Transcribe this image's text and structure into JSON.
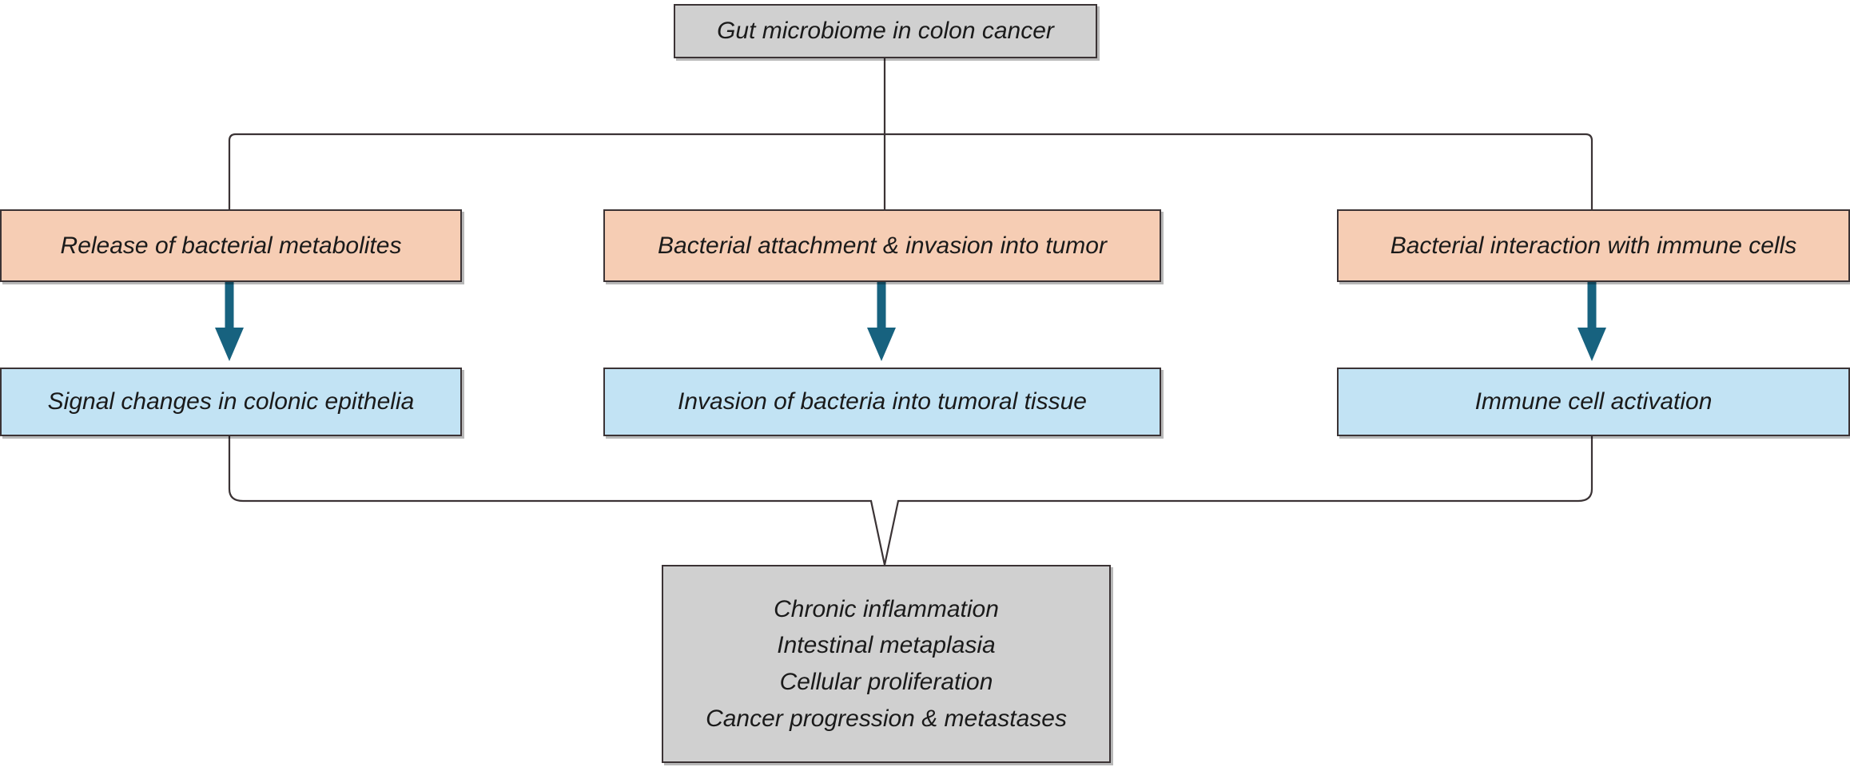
{
  "diagram": {
    "title": "Gut microbiome in colon cancer",
    "type": "flowchart",
    "colors": {
      "root_fill": "#d0d0d0",
      "cause_fill": "#f6cdb4",
      "effect_fill": "#c2e3f4",
      "outcome_fill": "#d0d0d0",
      "box_border": "#3b3335",
      "connector_line": "#3b3335",
      "arrow": "#17627f",
      "background": "#ffffff",
      "text": "#1a1a1a"
    },
    "root": {
      "label": "Gut microbiome in colon cancer"
    },
    "branches": [
      {
        "cause": "Release of bacterial metabolites",
        "effect": "Signal changes in colonic epithelia",
        "arrow_icon": "down-arrow-icon"
      },
      {
        "cause": "Bacterial attachment & invasion into tumor",
        "effect": "Invasion of bacteria into tumoral tissue",
        "arrow_icon": "down-arrow-icon"
      },
      {
        "cause": "Bacterial interaction with immune cells",
        "effect": "Immune cell activation",
        "arrow_icon": "down-arrow-icon"
      }
    ],
    "outcomes": {
      "lines": [
        "Chronic inflammation",
        "Intestinal metaplasia",
        "Cellular proliferation",
        "Cancer progression & metastases"
      ]
    }
  }
}
